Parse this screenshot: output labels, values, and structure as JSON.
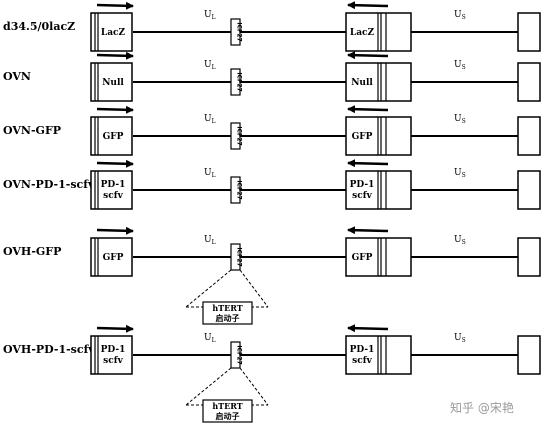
{
  "rows": [
    {
      "label": "d34.5/0lacZ",
      "left_gene": [
        "LacZ"
      ],
      "right_gene": [
        "LacZ"
      ],
      "icp": "ICP27",
      "ul": "U",
      "ul_sub": "L",
      "us": "U",
      "us_sub": "S",
      "promoter": null
    },
    {
      "label": "OVN",
      "left_gene": [
        "Null"
      ],
      "right_gene": [
        "Null"
      ],
      "icp": "ICP27",
      "ul": "U",
      "ul_sub": "L",
      "us": "U",
      "us_sub": "S",
      "promoter": null
    },
    {
      "label": "OVN-GFP",
      "left_gene": [
        "GFP"
      ],
      "right_gene": [
        "GFP"
      ],
      "icp": "ICP27",
      "ul": "U",
      "ul_sub": "L",
      "us": "U",
      "us_sub": "S",
      "promoter": null
    },
    {
      "label": "OVN-PD-1-scfv",
      "left_gene": [
        "PD-1",
        "scfv"
      ],
      "right_gene": [
        "PD-1",
        "scfv"
      ],
      "icp": "ICP27",
      "ul": "U",
      "ul_sub": "L",
      "us": "U",
      "us_sub": "S",
      "promoter": null
    },
    {
      "label": "OVH-GFP",
      "left_gene": [
        "GFP"
      ],
      "right_gene": [
        "GFP"
      ],
      "icp": "ICP27",
      "ul": "U",
      "ul_sub": "L",
      "us": "U",
      "us_sub": "S",
      "promoter": [
        "hTERT",
        "启动子"
      ]
    },
    {
      "label": "OVH-PD-1-scfv",
      "left_gene": [
        "PD-1",
        "scfv"
      ],
      "right_gene": [
        "PD-1",
        "scfv"
      ],
      "icp": "ICP27",
      "ul": "U",
      "ul_sub": "L",
      "us": "U",
      "us_sub": "S",
      "promoter": [
        "hTERT",
        "启动子"
      ]
    }
  ],
  "watermark": "知乎 @宋艳"
}
